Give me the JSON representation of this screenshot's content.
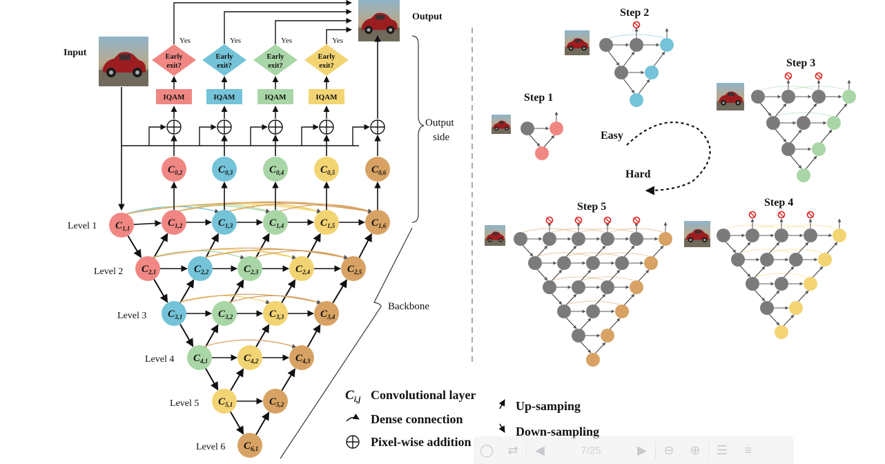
{
  "labels": {
    "input": "Input",
    "output": "Output",
    "yes": "Yes",
    "early_exit_l1": "Early",
    "early_exit_l2": "exit?",
    "iqam": "IQAM",
    "output_side_l1": "Output",
    "output_side_l2": "side",
    "backbone": "Backbone",
    "levels": [
      "Level 1",
      "Level 2",
      "Level 3",
      "Level 4",
      "Level 5",
      "Level 6"
    ]
  },
  "nodes": [
    {
      "id": "C11",
      "main": "C",
      "sub": "1,1"
    },
    {
      "id": "C12",
      "main": "C",
      "sub": "1,2"
    },
    {
      "id": "C13",
      "main": "C",
      "sub": "1,3"
    },
    {
      "id": "C14",
      "main": "C",
      "sub": "1,4"
    },
    {
      "id": "C15",
      "main": "C",
      "sub": "1,5"
    },
    {
      "id": "C16",
      "main": "C",
      "sub": "1,6"
    },
    {
      "id": "C21",
      "main": "C",
      "sub": "2,1"
    },
    {
      "id": "C22",
      "main": "C",
      "sub": "2,2"
    },
    {
      "id": "C23",
      "main": "C",
      "sub": "2,3"
    },
    {
      "id": "C24",
      "main": "C",
      "sub": "2,4"
    },
    {
      "id": "C25",
      "main": "C",
      "sub": "2,5"
    },
    {
      "id": "C31",
      "main": "C",
      "sub": "3,1"
    },
    {
      "id": "C32",
      "main": "C",
      "sub": "3,2"
    },
    {
      "id": "C33",
      "main": "C",
      "sub": "3,3"
    },
    {
      "id": "C34",
      "main": "C",
      "sub": "3,4"
    },
    {
      "id": "C41",
      "main": "C",
      "sub": "4,1"
    },
    {
      "id": "C42",
      "main": "C",
      "sub": "4,2"
    },
    {
      "id": "C43",
      "main": "C",
      "sub": "4,3"
    },
    {
      "id": "C51",
      "main": "C",
      "sub": "5,1"
    },
    {
      "id": "C52",
      "main": "C",
      "sub": "5,2"
    },
    {
      "id": "C61",
      "main": "C",
      "sub": "6,1"
    },
    {
      "id": "C02",
      "main": "C",
      "sub": "0,2"
    },
    {
      "id": "C03",
      "main": "C",
      "sub": "0,3"
    },
    {
      "id": "C04",
      "main": "C",
      "sub": "0,4"
    },
    {
      "id": "C05",
      "main": "C",
      "sub": "0,5"
    },
    {
      "id": "C06",
      "main": "C",
      "sub": "0,6"
    }
  ],
  "legend": {
    "symbol_main": "C",
    "symbol_sub": "i,j",
    "conv": "Convolutional layer",
    "dense": "Dense connection",
    "pixel": "Pixel-wise addition",
    "up": "Up-samping",
    "down": "Down-sampling"
  },
  "steps": {
    "step1": "Step 1",
    "step2": "Step 2",
    "step3": "Step 3",
    "step4": "Step 4",
    "step5": "Step 5",
    "easy": "Easy",
    "hard": "Hard"
  },
  "colors": {
    "red": "#f08783",
    "blue": "#74c3d8",
    "green": "#a9d6a6",
    "yellow": "#f3d473",
    "orange": "#d7a263",
    "gray": "#7b7b7b"
  },
  "viewer": {
    "page": "7/25"
  }
}
